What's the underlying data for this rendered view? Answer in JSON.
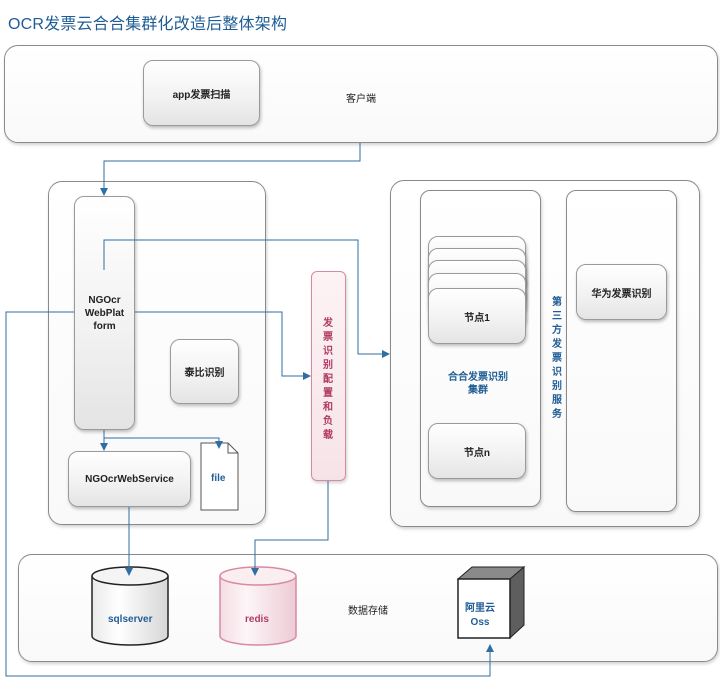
{
  "title": "OCR发票云合合集群化改造后整体架构",
  "client": {
    "app_node": "app发票扫描",
    "label": "客户端"
  },
  "web": {
    "platform": "NGOcr WebPlat form",
    "taibi": "泰比识别",
    "webservice": "NGOcrWebService",
    "file": "file"
  },
  "config": {
    "label": "发票识别配置和负载"
  },
  "hehe": {
    "node1": "节点1",
    "cluster_label": "合合发票识别集群",
    "noden": "节点n"
  },
  "third": {
    "label": "第三方发票识别服务",
    "huawei": "华为发票识别"
  },
  "storage": {
    "sqlserver": "sqlserver",
    "redis": "redis",
    "label": "数据存储",
    "oss": "阿里云 Oss"
  },
  "colors": {
    "title": "#1f5d96",
    "arrow": "#2f6ea3",
    "redis": "#c0507a",
    "config_border": "#d88aa0",
    "config_fill": "#fbeef1"
  }
}
